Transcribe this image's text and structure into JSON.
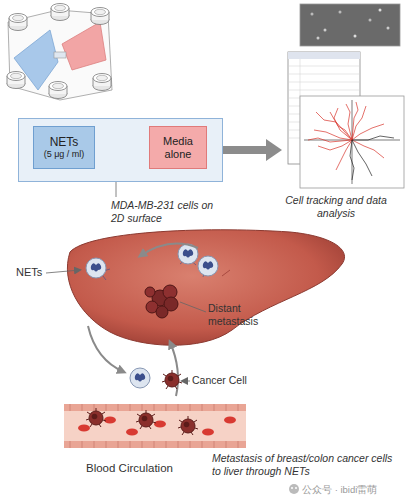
{
  "diagram": {
    "caption": "Metastasis of breast/colon cancer cells to liver through NETs",
    "nodes": [
      {
        "text": [
          "MDA-MB-231 cells on 2D surface"
        ]
      },
      {
        "text": [
          "NETs",
          "(5 μg / ml)"
        ],
        "in": 0
      },
      {
        "text": [
          "Media alone"
        ],
        "in": 0
      },
      {
        "text": [
          "Cell tracking and data analysis"
        ]
      }
    ],
    "edges": [
      {
        "from": 0,
        "to": 3,
        "arrow": "to"
      }
    ],
    "labels": [
      "NETs",
      "Distant metastasis",
      "Cancer Cell",
      "Blood Circulation",
      "公众号 · ibidi雷萌"
    ]
  }
}
